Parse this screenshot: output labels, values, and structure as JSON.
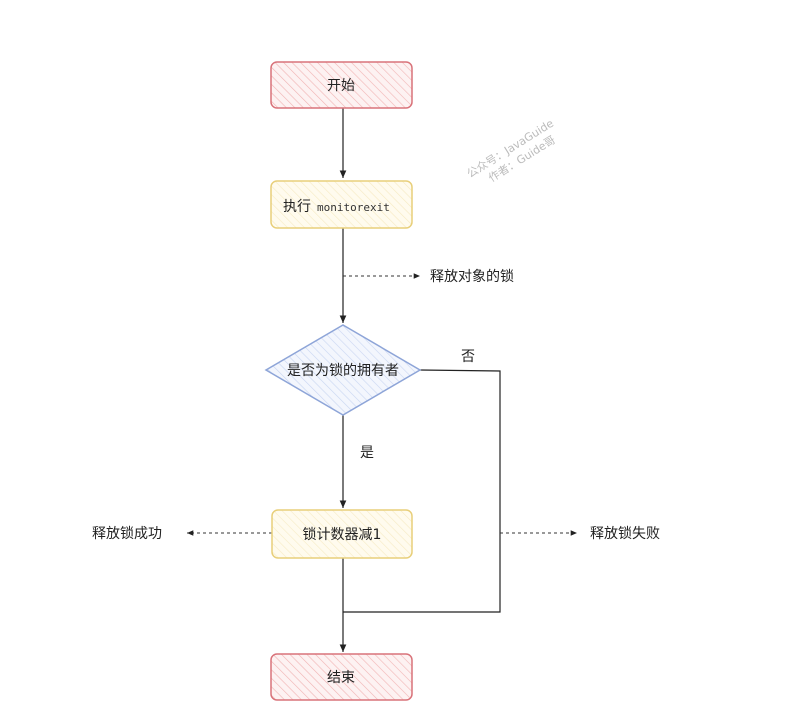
{
  "nodes": {
    "start": "开始",
    "exec_prefix": "执行",
    "exec_code": "monitorexit",
    "decision": "是否为锁的拥有者",
    "decrement": "锁计数器减1",
    "end": "结束"
  },
  "annotations": {
    "release_object_lock": "释放对象的锁",
    "release_success": "释放锁成功",
    "release_fail": "释放锁失败",
    "yes": "是",
    "no": "否"
  },
  "watermark": {
    "line1": "公众号：JavaGuide",
    "line2": "作者：Guide哥"
  },
  "colors": {
    "terminal_fill": "#f8cecc",
    "terminal_stroke": "#d9737a",
    "process_fill": "#fff2cc",
    "process_stroke": "#e8cf7a",
    "decision_fill": "#dae8fc",
    "decision_stroke": "#8ea5d8"
  }
}
